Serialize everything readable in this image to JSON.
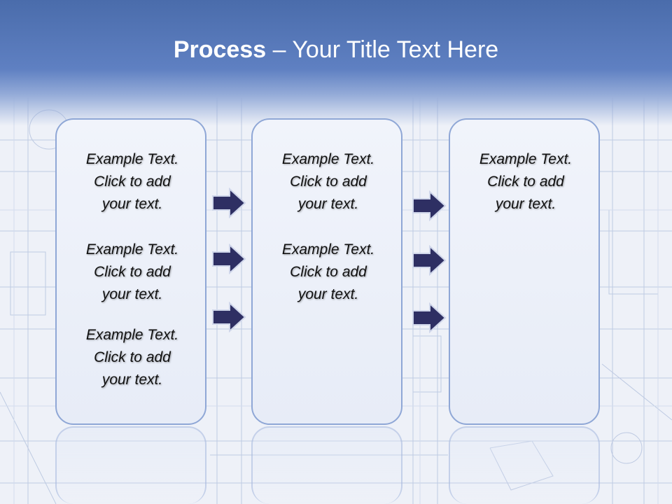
{
  "title": {
    "bold": "Process",
    "rest": " – Your Title Text Here"
  },
  "columns": [
    {
      "items": [
        {
          "line1": "Example Text.",
          "line2": "Click  to add",
          "line3": "your text."
        },
        {
          "line1": "Example Text.",
          "line2": "Click  to add",
          "line3": "your text."
        },
        {
          "line1": "Example Text.",
          "line2": "Click  to add",
          "line3": "your text."
        }
      ]
    },
    {
      "items": [
        {
          "line1": "Example Text.",
          "line2": "Click  to add",
          "line3": "your text."
        },
        {
          "line1": "Example Text.",
          "line2": "Click  to add",
          "line3": "your text."
        }
      ]
    },
    {
      "items": [
        {
          "line1": "Example Text.",
          "line2": "Click  to add",
          "line3": "your text."
        }
      ]
    }
  ],
  "colors": {
    "arrow_fill": "#2e2f63",
    "box_border": "#8fa7d6",
    "title_band": "#4a6cab"
  }
}
